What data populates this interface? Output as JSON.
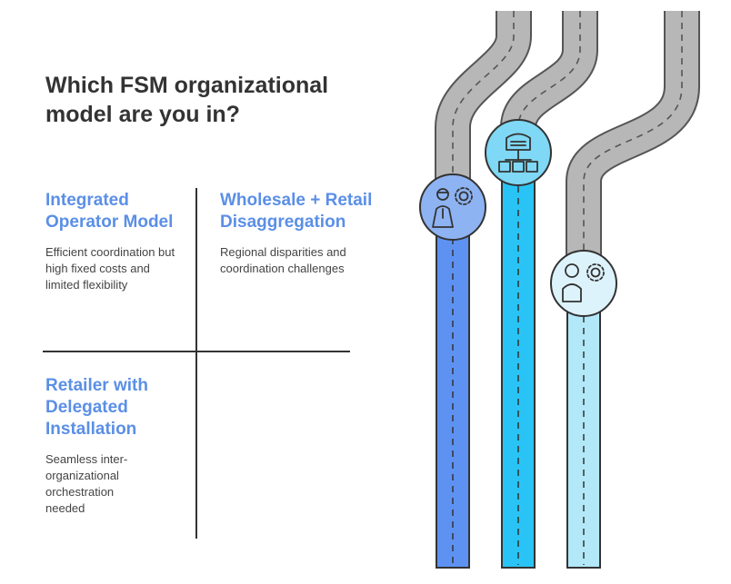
{
  "header": {
    "title": "Which FSM organizational model are you in?"
  },
  "models": [
    {
      "title": "Integrated Operator Model",
      "description": "Efficient coordination but high fixed costs and limited flexibility",
      "color": "#5B8FE6",
      "icon": "person-gear-icon"
    },
    {
      "title": "Wholesale + Retail Disaggregation",
      "description": "Regional disparities and coordination challenges",
      "color": "#5B8FE6",
      "icon": "warehouse-network-icon"
    },
    {
      "title": "Retailer with Delegated Installation",
      "description": "Seamless inter-organizational orchestration needed",
      "color": "#5B8FE6",
      "icon": "user-gear-icon"
    }
  ],
  "colors": {
    "road": "#B7B7B7",
    "lane1": "#5E92F2",
    "lane2": "#29C4F5",
    "lane3": "#B2E8F8",
    "text": "#333333"
  }
}
